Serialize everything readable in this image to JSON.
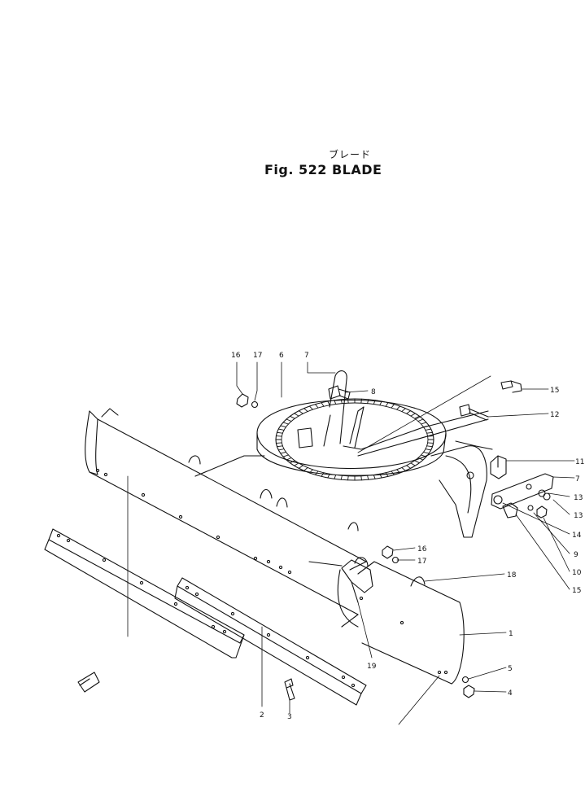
{
  "figure": {
    "title_jp": "ブレード",
    "title": "Fig. 522 BLADE"
  },
  "callouts": [
    {
      "id": "c16a",
      "text": "16"
    },
    {
      "id": "c17a",
      "text": "17"
    },
    {
      "id": "c6",
      "text": "6"
    },
    {
      "id": "c7a",
      "text": "7"
    },
    {
      "id": "c15a",
      "text": "15"
    },
    {
      "id": "c12",
      "text": "12"
    },
    {
      "id": "c11",
      "text": "11"
    },
    {
      "id": "c7b",
      "text": "7"
    },
    {
      "id": "c13a",
      "text": "13"
    },
    {
      "id": "c13b",
      "text": "13"
    },
    {
      "id": "c14",
      "text": "14"
    },
    {
      "id": "c9",
      "text": "9"
    },
    {
      "id": "c10",
      "text": "10"
    },
    {
      "id": "c15b",
      "text": "15"
    },
    {
      "id": "c8",
      "text": "8"
    },
    {
      "id": "c16b",
      "text": "16"
    },
    {
      "id": "c17b",
      "text": "17"
    },
    {
      "id": "c18",
      "text": "18"
    },
    {
      "id": "c1",
      "text": "1"
    },
    {
      "id": "c19",
      "text": "19"
    },
    {
      "id": "c5",
      "text": "5"
    },
    {
      "id": "c4",
      "text": "4"
    },
    {
      "id": "c2",
      "text": "2"
    },
    {
      "id": "c3",
      "text": "3"
    }
  ]
}
